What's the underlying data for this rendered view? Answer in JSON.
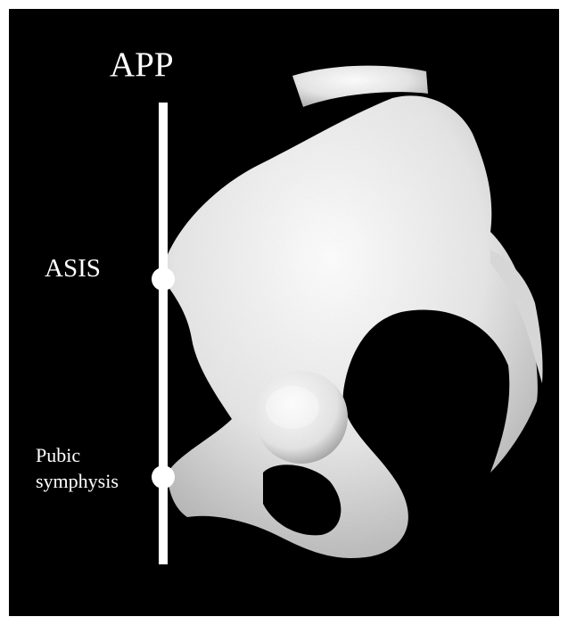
{
  "labels": {
    "plane": "APP",
    "landmark_upper": "ASIS",
    "landmark_lower_line1": "Pubic",
    "landmark_lower_line2": "symphysis"
  },
  "colors": {
    "background": "#000000",
    "frame": "#ffffff",
    "plane_line": "#ffffff",
    "bone_light": "#f2f2f2",
    "bone_shadow": "#9a9a9a"
  },
  "subject": "3D rendered right hemipelvis (hip bone) in lateral view"
}
